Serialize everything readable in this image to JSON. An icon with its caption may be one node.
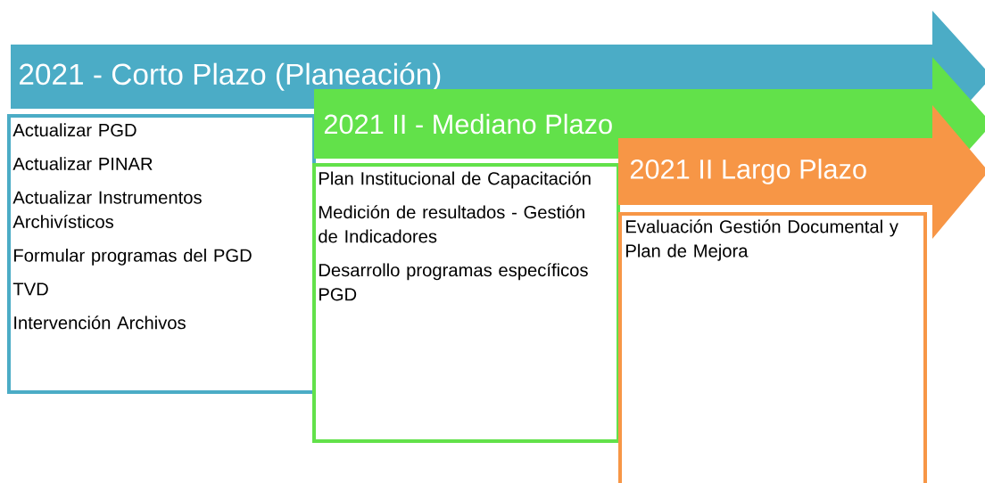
{
  "diagram": {
    "nodes": [
      {
        "text": [
          "2021 - Corto Plazo (Planeación)"
        ]
      },
      {
        "text": [
          "Actualizar PGD",
          "Actualizar PINAR",
          "Actualizar Instrumentos Archivísticos",
          "Formular programas del PGD",
          "TVD",
          "Intervención Archivos"
        ]
      },
      {
        "text": [
          "2021 II - Mediano Plazo"
        ]
      },
      {
        "text": [
          "Plan Institucional de Capacitación",
          "Medición de resultados - Gestión de Indicadores",
          "Desarrollo programas específicos PGD"
        ]
      },
      {
        "text": [
          "2021 II Largo Plazo"
        ]
      },
      {
        "text": [
          "Evaluación Gestión Documental y Plan de Mejora"
        ]
      }
    ]
  }
}
